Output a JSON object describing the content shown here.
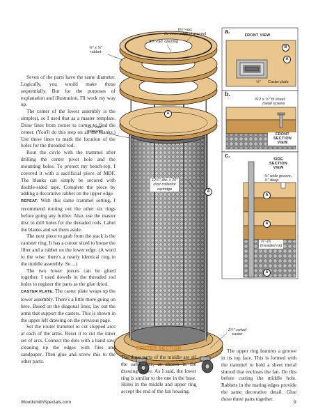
{
  "body_text": {
    "p1": "Seven of the parts have the same diameter. Logically, you would make those sequentially. But for the purposes of explanation and illustration, I'll work my way up.",
    "p2": "The center of the lower assembly is the simplest, so I used that as a master template. Draw lines from corner to corner to find the center. (You'll do this step on all the blanks.) Use these lines to mark the location of the holes for the threaded rod.",
    "p3": "Rout the circle with the trammel after drilling the center pivot hole and the mounting holes. To protect my bench-top, I covered it with a sacrificial piece of MDF. The blanks can simply be secured with double-sided tape. Complete the piece by adding a decorative rabbet on the upper edge.",
    "p4_runin": "REPEAT.",
    "p4": " With this same trammel setting, I recommend routing out the other six rings before going any further. Also, use the master disc to drill holes for the threaded rods. Label the blanks and set them aside.",
    "p5": "The next piece to grab from the stack is the canister ring. It has a cutout sized to house the filter and a rabbet on the lower edge. (A word to the wise: there's a nearly identical ring in the middle assembly. So ...)",
    "p6": "The two lower pieces can be glued together. I used dowels in the threaded rod holes to register the parts as the glue dried.",
    "p7_runin": "CASTER PLATE.",
    "p7": " The caster plate wraps up the lower assembly. There's a little more going on here. Based on the diagonal lines, lay out the arms that support the casters. This is shown in the upper left drawing on the previous page.",
    "p8": "Set the router trammel to cut stopped arcs at each of the arms. Reset it to cut the inner set of arcs. Connect the dots with a band saw, cleaning up the edges with files and sandpaper. Then glue and screw this to the other parts.",
    "section_head": "CENTER SECTION",
    "c1": "The three parts of the middle are all the same size, as shown in the drawing above. As I said, the lower ring is similar to the one in the base. Holes in the middle and upper ring accept the end of the fan housing.",
    "c2": "The upper ring features a groove in its top face. This is formed with the trammel to hold a sheet metal shroud that encloses the fan. Do this before cutting the middle hole. Rabbets in the mating edges provide the same decorative detail. Glue these three parts together."
  },
  "illustration": {
    "labels": {
      "r1": "6½\"-rad.",
      "r1b": "(to inner edge of groove)",
      "r2": "3⅞\"-rad. opening",
      "rabbet1": "¼\" x ¼\"",
      "rabbet2": "rabbet",
      "r3a": "6½\"-rad.",
      "r3b": "opening",
      "cart1": "12¾\"-dia. x 26\"",
      "cart2": "dust collector",
      "cart3": "cartridge",
      "caster1": "2½\" swivel",
      "caster2": "caster",
      "callout_a": "A"
    },
    "panel_a": {
      "letter": "a.",
      "head": "FRONT VIEW",
      "dim": "½\"",
      "caster_plate": "Caster plate",
      "callout_b": "B"
    },
    "panel_b": {
      "letter": "b.",
      "screw1": "#12 x ⅗\" fh sheet",
      "screw2": "metal screws",
      "head1": "FRONT",
      "head2": "SECTION",
      "head3": "VIEW"
    },
    "panel_c": {
      "letter": "c.",
      "head1": "SIDE",
      "head2": "SECTION",
      "head3": "VIEW",
      "groove1": "⅛\" wide groove,",
      "groove2": "¼\" deep",
      "rod1": "⅗\"-16",
      "rod2": "threaded rod"
    }
  },
  "footer": {
    "site": "WoodsmithSpecials.com",
    "page": "9"
  },
  "colors": {
    "wood": "#e8c68e",
    "wood_dark": "#c9974f",
    "accent": "#e07b14",
    "filter": "#8c8c8c",
    "steel": "#b5b5b5"
  }
}
